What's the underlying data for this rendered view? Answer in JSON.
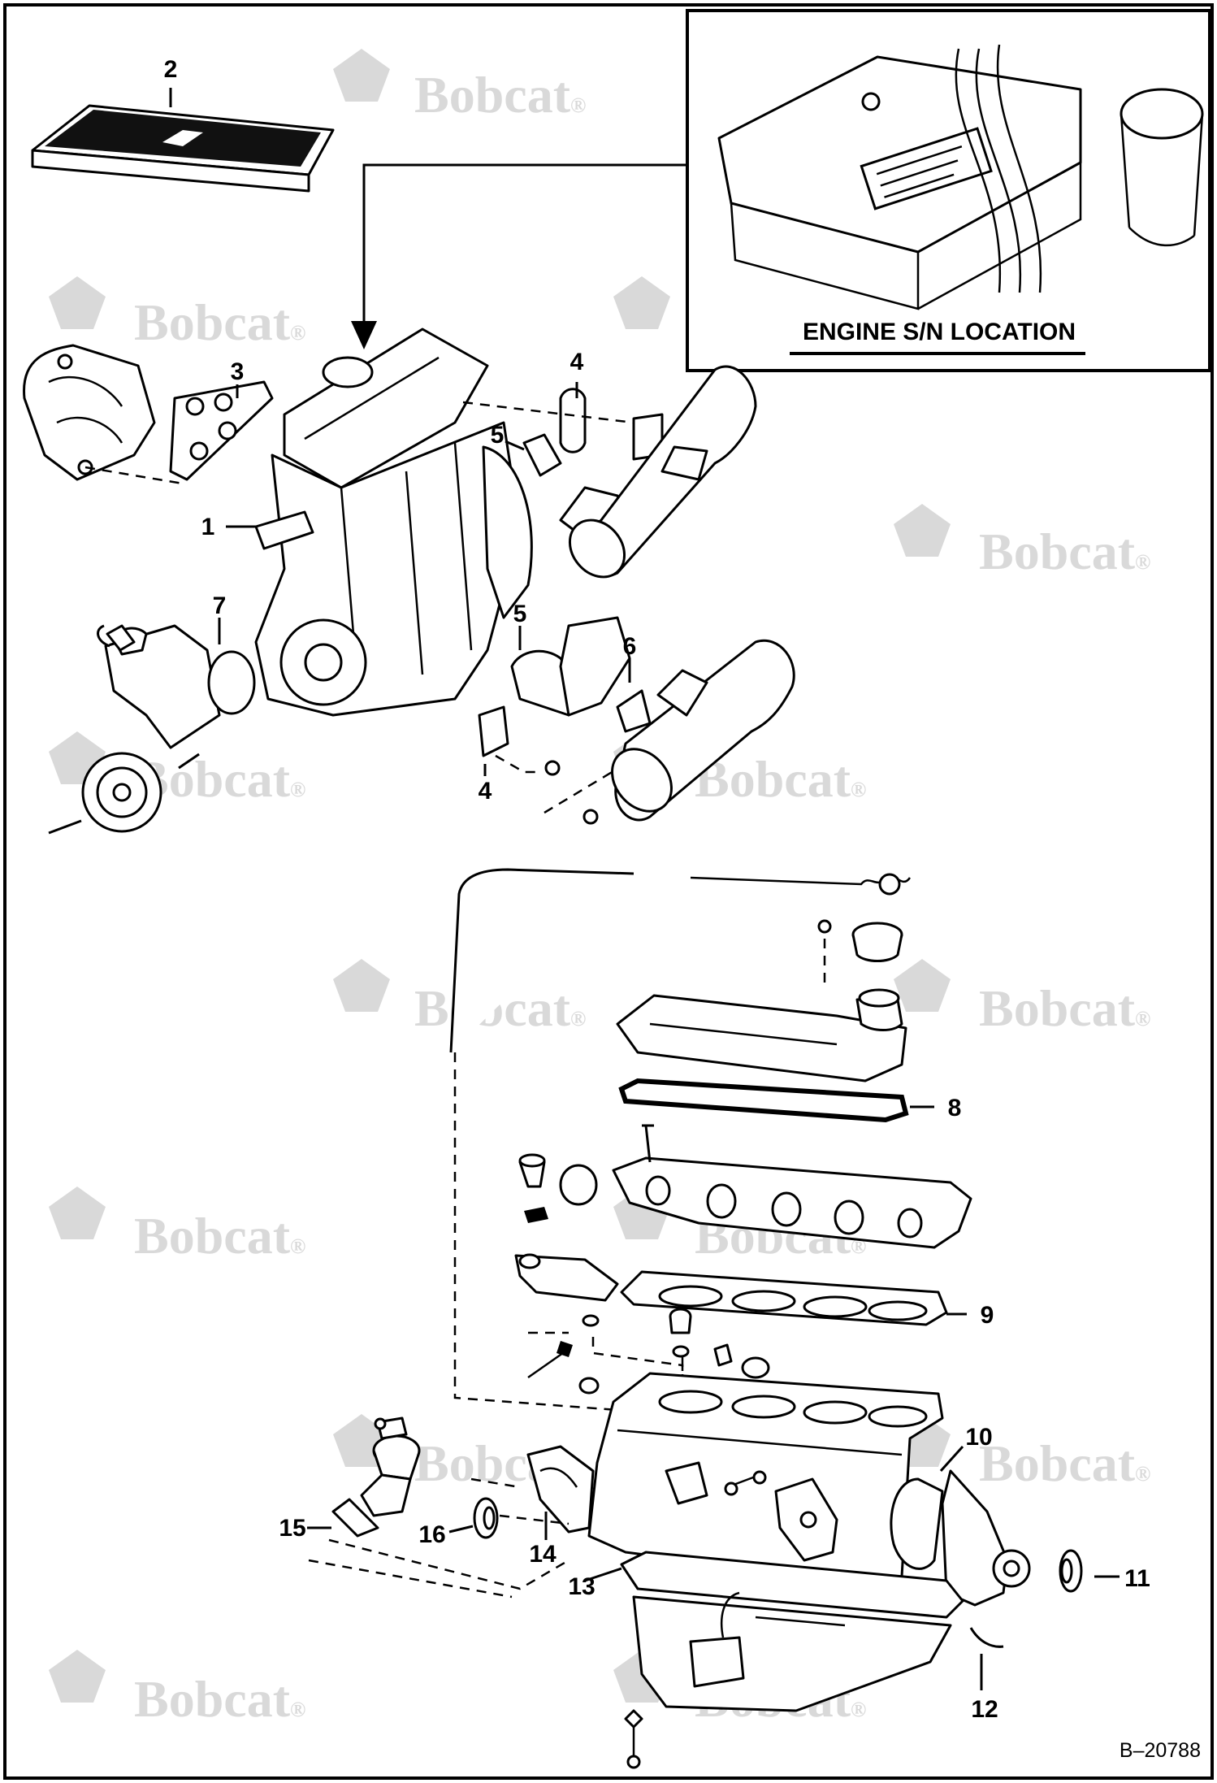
{
  "title": "",
  "inset": {
    "label": "ENGINE S/N LOCATION"
  },
  "reference_number": "B–20788",
  "watermark": {
    "brand": "Bobcat",
    "mark": "®"
  },
  "callouts": {
    "c1": "1",
    "c2": "2",
    "c3": "3",
    "c4a": "4",
    "c4b": "4",
    "c5a": "5",
    "c5b": "5",
    "c6": "6",
    "c7": "7",
    "c8": "8",
    "c9": "9",
    "c10": "10",
    "c11": "11",
    "c12": "12",
    "c13": "13",
    "c14": "14",
    "c15": "15",
    "c16": "16"
  },
  "colors": {
    "line": "#000000",
    "background": "#ffffff",
    "watermark": "#d9d9d9"
  }
}
